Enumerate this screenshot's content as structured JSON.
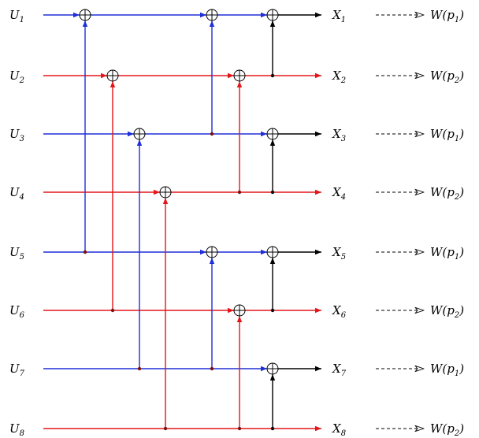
{
  "colors": {
    "blue": "#1f2fd6",
    "red": "#e3161b",
    "black": "#000000"
  },
  "inputs": [
    {
      "base": "U",
      "sub": "1"
    },
    {
      "base": "U",
      "sub": "2"
    },
    {
      "base": "U",
      "sub": "3"
    },
    {
      "base": "U",
      "sub": "4"
    },
    {
      "base": "U",
      "sub": "5"
    },
    {
      "base": "U",
      "sub": "6"
    },
    {
      "base": "U",
      "sub": "7"
    },
    {
      "base": "U",
      "sub": "8"
    }
  ],
  "outputs": [
    {
      "base": "X",
      "sub": "1"
    },
    {
      "base": "X",
      "sub": "2"
    },
    {
      "base": "X",
      "sub": "3"
    },
    {
      "base": "X",
      "sub": "4"
    },
    {
      "base": "X",
      "sub": "5"
    },
    {
      "base": "X",
      "sub": "6"
    },
    {
      "base": "X",
      "sub": "7"
    },
    {
      "base": "X",
      "sub": "8"
    }
  ],
  "channels": [
    {
      "pre": "W(p",
      "sub": "1",
      "post": ")"
    },
    {
      "pre": "W(p",
      "sub": "2",
      "post": ")"
    },
    {
      "pre": "W(p",
      "sub": "1",
      "post": ")"
    },
    {
      "pre": "W(p",
      "sub": "2",
      "post": ")"
    },
    {
      "pre": "W(p",
      "sub": "1",
      "post": ")"
    },
    {
      "pre": "W(p",
      "sub": "2",
      "post": ")"
    },
    {
      "pre": "W(p",
      "sub": "1",
      "post": ")"
    },
    {
      "pre": "W(p",
      "sub": "2",
      "post": ")"
    }
  ],
  "line_colors": [
    "blue",
    "red",
    "blue",
    "red",
    "blue",
    "red",
    "blue",
    "red"
  ],
  "xor_gates": [
    {
      "target": 1,
      "control": 5,
      "color": "blue",
      "stage": 1
    },
    {
      "target": 2,
      "control": 6,
      "color": "red",
      "stage": 2
    },
    {
      "target": 3,
      "control": 7,
      "color": "blue",
      "stage": 3
    },
    {
      "target": 4,
      "control": 8,
      "color": "red",
      "stage": 4
    },
    {
      "target": 1,
      "control": 3,
      "color": "blue",
      "stage": 5
    },
    {
      "target": 5,
      "control": 7,
      "color": "blue",
      "stage": 5
    },
    {
      "target": 2,
      "control": 4,
      "color": "red",
      "stage": 6
    },
    {
      "target": 6,
      "control": 8,
      "color": "red",
      "stage": 6
    },
    {
      "target": 1,
      "control": 2,
      "color": "black",
      "stage": 7
    },
    {
      "target": 3,
      "control": 4,
      "color": "black",
      "stage": 7
    },
    {
      "target": 5,
      "control": 6,
      "color": "black",
      "stage": 7
    },
    {
      "target": 7,
      "control": 8,
      "color": "black",
      "stage": 7
    }
  ]
}
